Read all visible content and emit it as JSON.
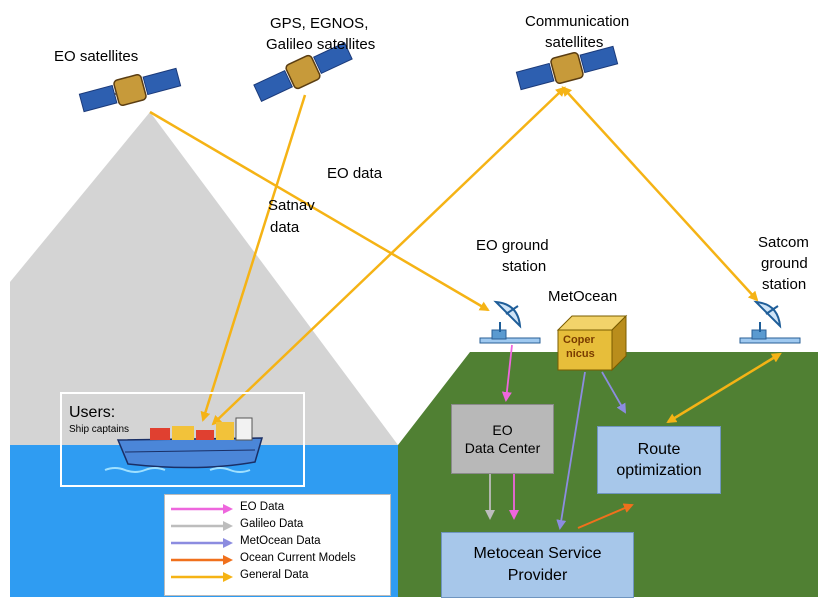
{
  "satellites": {
    "eo": "EO satellites",
    "gnss_line1": "GPS, EGNOS,",
    "gnss_line2": "Galileo satellites",
    "comm_line1": "Communication",
    "comm_line2": "satellites"
  },
  "flows": {
    "eo_data": "EO data",
    "satnav_line1": "Satnav",
    "satnav_line2": "data"
  },
  "ground": {
    "eo_station_line1": "EO ground",
    "eo_station_line2": "station",
    "satcom_line1": "Satcom",
    "satcom_line2": "ground",
    "satcom_line3": "station",
    "metocean": "MetOcean",
    "copernicus_line1": "Coper",
    "copernicus_line2": "nicus"
  },
  "users": {
    "title": "Users:",
    "subtitle": "Ship captains"
  },
  "boxes": {
    "eo_center_line1": "EO",
    "eo_center_line2": "Data Center",
    "route_line1": "Route",
    "route_line2": "optimization",
    "provider_line1": "Metocean Service",
    "provider_line2": "Provider"
  },
  "legend": [
    {
      "label": "EO Data",
      "color": "#ee66dd"
    },
    {
      "label": "Galileo Data",
      "color": "#bdbdbd"
    },
    {
      "label": "MetOcean Data",
      "color": "#8c8ce0"
    },
    {
      "label": "Ocean Current Models",
      "color": "#f0701c"
    },
    {
      "label": "General Data",
      "color": "#f5b315"
    }
  ],
  "colors": {
    "sea": "#2f9cf2",
    "land": "#508033",
    "sky_cone": "#d4d4d4",
    "general": "#f5b315",
    "eo": "#ee66dd",
    "galileo": "#bdbdbd",
    "metocean": "#8c8ce0",
    "ocean_models": "#f0701c",
    "box_blue": "#a7c7ea",
    "box_gray": "#b8b8b8",
    "copernicus": "#e7be3a"
  }
}
